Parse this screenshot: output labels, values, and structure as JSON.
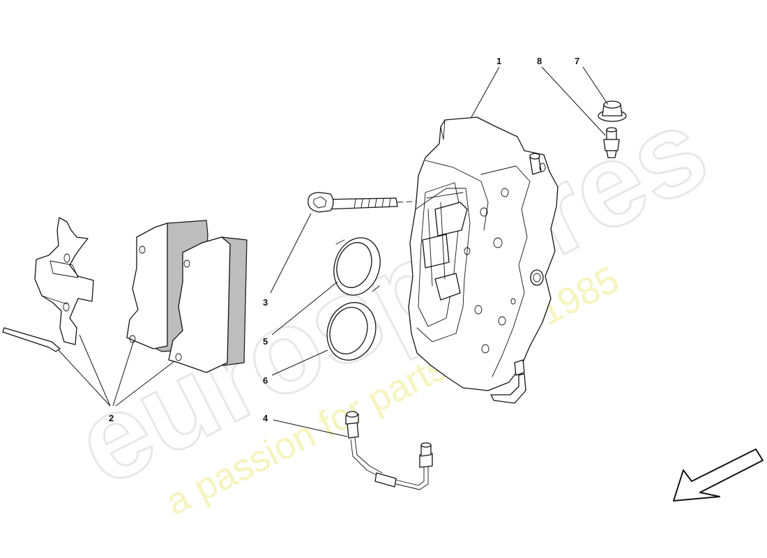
{
  "watermark": {
    "brand": "eurosparres",
    "tagline": "a passion for parts since 1985",
    "brand_color": "#e2e2e2",
    "tagline_color": "#eee89a"
  },
  "callouts": [
    {
      "id": "1",
      "label": "1"
    },
    {
      "id": "2",
      "label": "2"
    },
    {
      "id": "3",
      "label": "3"
    },
    {
      "id": "4",
      "label": "4"
    },
    {
      "id": "5",
      "label": "5"
    },
    {
      "id": "6",
      "label": "6"
    },
    {
      "id": "7",
      "label": "7"
    },
    {
      "id": "8",
      "label": "8"
    }
  ],
  "icons": {
    "direction": "arrow-icon"
  }
}
